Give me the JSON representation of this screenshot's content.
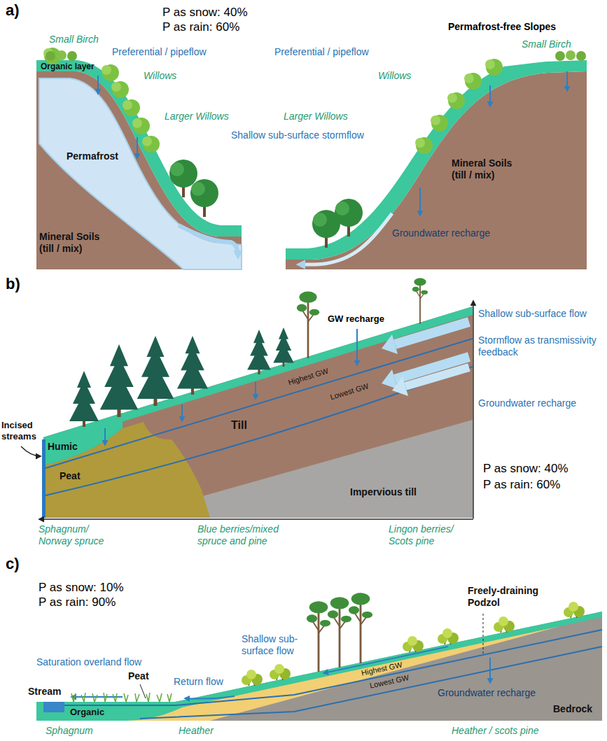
{
  "diagram": {
    "labels": [
      "a)",
      "P as snow: 40%",
      "P as rain: 60%",
      "Permafrost-free Slopes",
      "Small Birch",
      "Preferential / pipeflow",
      "Organic layer",
      "Willows",
      "Larger Willows",
      "Permafrost",
      "Mineral Soils (till / mix)",
      "Shallow sub-surface stormflow",
      "Small Birch",
      "Preferential / pipeflow",
      "Willows",
      "Larger Willows",
      "Mineral Soils (till / mix)",
      "Groundwater recharge",
      "b)",
      "GW recharge",
      "Shallow sub-surface flow",
      "Stormflow as transmissivity feedback",
      "Groundwater recharge",
      "Highest GW",
      "Till",
      "Lowest GW",
      "Humic",
      "Peat",
      "Incised streams",
      "Impervious till",
      "P as snow: 40%",
      "P as rain: 60%",
      "Sphagnum/ Norway spruce",
      "Blue berries/mixed spruce and pine",
      "Lingon berries/ Scots pine",
      "c)",
      "P as snow: 10%",
      "P as rain: 90%",
      "Freely-draining Podzol",
      "Shallow sub-surface flow",
      "Saturation overland flow",
      "Return flow",
      "Peat",
      "Stream",
      "Organic",
      "Highest GW",
      "Lowest GW",
      "Groundwater recharge",
      "Bedrock",
      "Sphagnum",
      "Heather",
      "Heather / scots pine"
    ]
  }
}
